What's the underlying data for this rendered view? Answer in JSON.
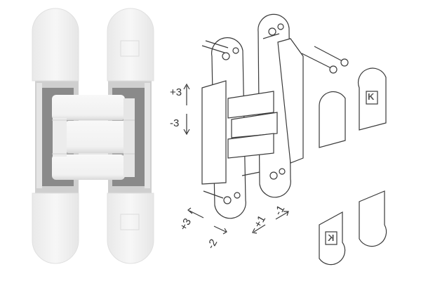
{
  "product": {
    "kind": "concealed-hinge",
    "colors": {
      "hinge_body": "#f2f2f2",
      "hinge_shadow": "#d6d6d6",
      "hinge_frame_dark": "#7a7a7a",
      "line_art": "#3a3a3a",
      "background": "#ffffff"
    }
  },
  "adjustments": {
    "vertical": {
      "plus": "+3",
      "minus": "-3"
    },
    "depth": {
      "plus": "+3",
      "minus": "-2"
    },
    "lateral": {
      "plus": "+1",
      "minus": "-1"
    }
  },
  "logo_glyph": "K"
}
